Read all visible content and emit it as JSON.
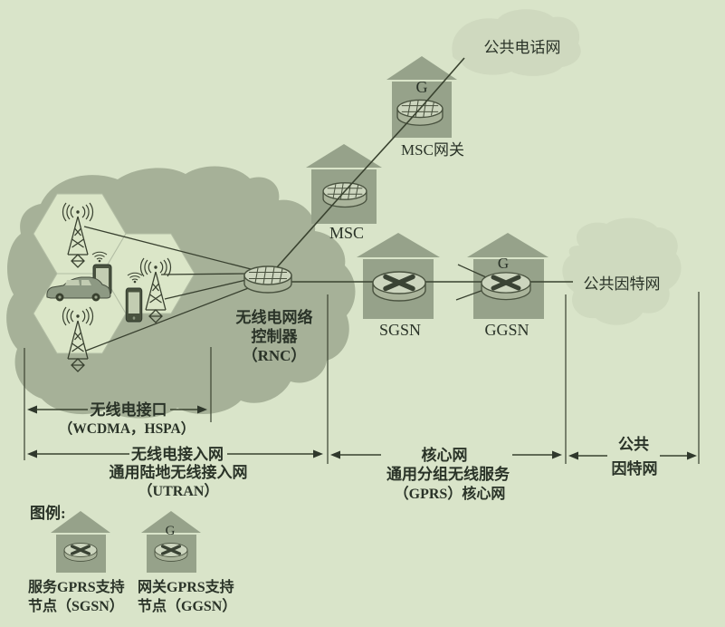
{
  "diagram": {
    "nodes": {
      "pstn": "公共电话网",
      "msc_gateway": "MSC网关",
      "msc": "MSC",
      "gateway_mark": "G",
      "rnc_line1": "无线电网络",
      "rnc_line2": "控制器",
      "rnc_line3": "（RNC）",
      "sgsn": "SGSN",
      "ggsn": "GGSN",
      "internet": "公共因特网"
    },
    "sections": {
      "radio_interface": {
        "label": "无线电接口",
        "sublabel": "（WCDMA，HSPA）"
      },
      "radio_access": {
        "label": "无线电接入网",
        "sublabel": "通用陆地无线接入网",
        "abbrev": "（UTRAN）"
      },
      "core": {
        "label": "核心网",
        "sublabel": "通用分组无线服务",
        "abbrev": "（GPRS）核心网"
      },
      "internet": {
        "label": "公共",
        "label2": "因特网"
      }
    },
    "legend": {
      "title": "图例:",
      "items": [
        {
          "line1": "服务GPRS支持",
          "line2": "节点（SGSN）"
        },
        {
          "line1": "网关GPRS支持",
          "line2": "节点（GGSN）",
          "mark": "G"
        }
      ]
    },
    "colors": {
      "background": "#d9e4c9",
      "cloud": "#a6b198",
      "cell_hex": "#dbe6c8",
      "building": "#96a28a",
      "disc_top": "#ccd5be",
      "disc_side": "#aab49b",
      "line": "#39422f",
      "text": "#2a3328"
    }
  }
}
